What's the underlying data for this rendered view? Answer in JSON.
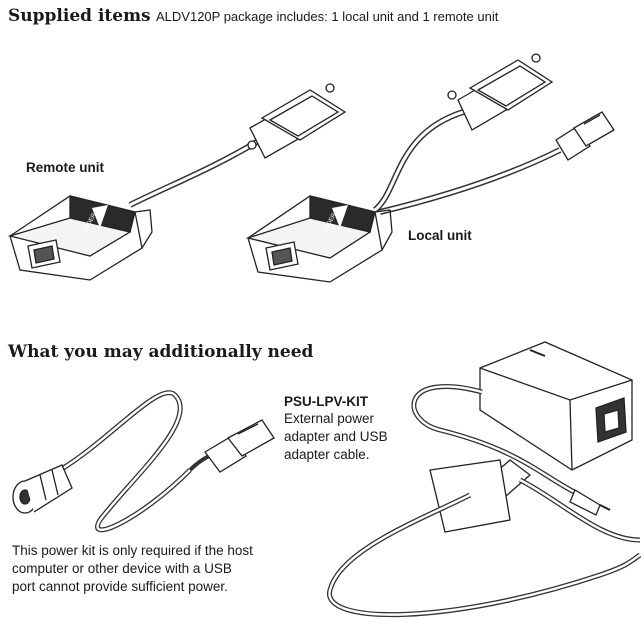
{
  "supplied": {
    "title": "Supplied items",
    "subtitle": "ALDV120P package includes: 1 local unit and 1 remote unit",
    "remote_label": "Remote unit",
    "local_label": "Local unit",
    "logo_text": "ADDER"
  },
  "additional": {
    "title": "What you may additionally need",
    "kit_name": "PSU-LPV-KIT",
    "kit_desc_lines": [
      "External power",
      "adapter and USB",
      "adapter cable."
    ],
    "note_lines": [
      "This power kit is only required if the host",
      "computer or other device with a USB",
      "port cannot provide sufficient power."
    ]
  }
}
